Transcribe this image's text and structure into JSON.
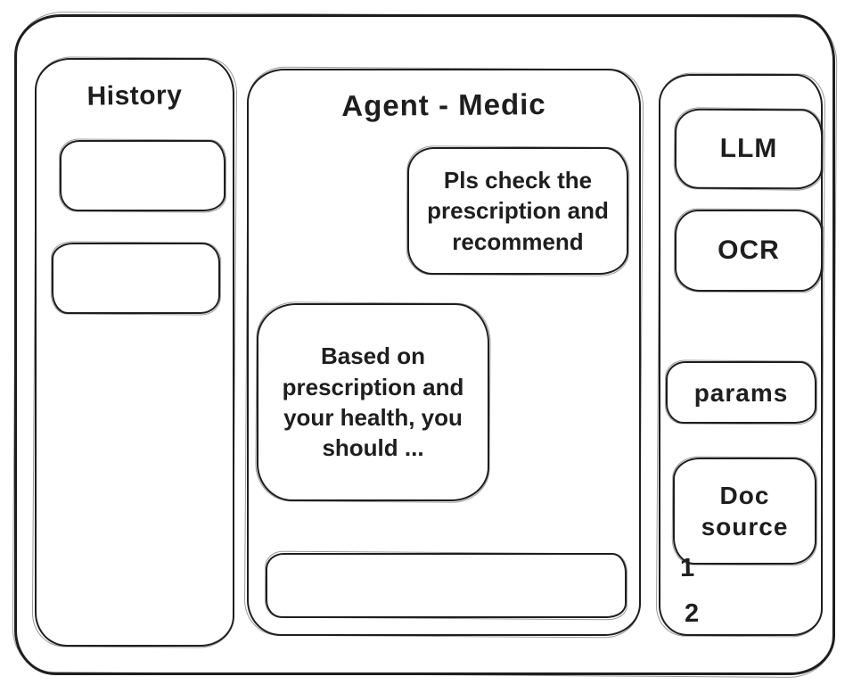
{
  "colors": {
    "ink": "#1e1e1e",
    "background": "#ffffff"
  },
  "sidebar_left": {
    "title": "History",
    "items": [
      "",
      ""
    ]
  },
  "main": {
    "title": "Agent - Medic",
    "messages": [
      {
        "role": "user",
        "align": "right",
        "text": "Pls check the prescription and recommend"
      },
      {
        "role": "assistant",
        "align": "left",
        "text": "Based on prescription and your health, you should ..."
      }
    ],
    "input": {
      "value": "",
      "placeholder": ""
    }
  },
  "sidebar_right": {
    "buttons": [
      {
        "label": "LLM"
      },
      {
        "label": "OCR"
      },
      {
        "label": "params"
      },
      {
        "label": "Doc source"
      }
    ],
    "doc_list": [
      "1",
      "2"
    ]
  }
}
